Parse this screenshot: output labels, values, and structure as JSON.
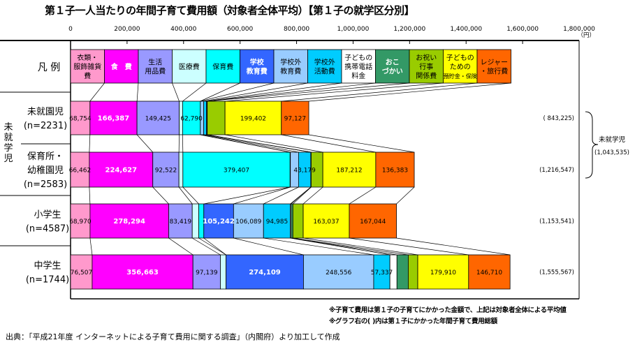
{
  "title": "第１子一人当たりの年間子育て費用額（対象者全体平均）【第１子の就学区分別】",
  "notes": [
    "※子育て費用は第１子の子育てにかかった金額で、上記は対象者全体による平均値",
    "※グラフ右の( )内は第１子にかかった年間子育て費用総額"
  ],
  "source": "出典：「平成21年度 インターネットによる子育て費用に関する調査」（内閣府）より加工して作成",
  "chart_data": {
    "type": "bar",
    "orientation": "horizontal",
    "stacked": true,
    "title": "第１子一人当たりの年間子育て費用額（対象者全体平均）【第１子の就学区分別】",
    "xlim": [
      0,
      1800000
    ],
    "x_ticks": [
      "0",
      "200,000",
      "400,000",
      "600,000",
      "800,000",
      "1,000,000",
      "1,200,000",
      "1,400,000",
      "1,600,000",
      "1,800,000"
    ],
    "x_unit": "（円）",
    "legend_label": "凡 例",
    "legend_placement": "top",
    "group_label": "未就学児",
    "group_total_label": "未就学児",
    "group_total": "(1,043,535)",
    "categories": [
      {
        "name": [
          "未就園児",
          "(n=2231)"
        ],
        "total": "( 843,225)"
      },
      {
        "name": [
          "保育所・",
          "幼稚園児",
          "(n=2583)"
        ],
        "total": "(1,216,547)"
      },
      {
        "name": [
          "小学生",
          "(n=4587)"
        ],
        "total": "(1,153,541)"
      },
      {
        "name": [
          "中学生",
          "(n=1744)"
        ],
        "total": "(1,555,567)"
      }
    ],
    "series": [
      {
        "name": [
          "衣類・",
          "服飾雑貨",
          "費"
        ],
        "color": "#ff99cc",
        "values": [
          68754,
          66462,
          68970,
          76507
        ],
        "labels": [
          "68,754",
          "66,462",
          "68,970",
          "76,507"
        ]
      },
      {
        "name": [
          "食　費"
        ],
        "color": "#ff00ff",
        "bold_white": true,
        "values": [
          166387,
          224627,
          278294,
          356663
        ],
        "labels": [
          "166,387",
          "224,627",
          "278,294",
          "356,663"
        ]
      },
      {
        "name": [
          "生活",
          "用品費"
        ],
        "color": "#9999ff",
        "values": [
          149425,
          92522,
          83419,
          97139
        ],
        "labels": [
          "149,425",
          "92,522",
          "83,419",
          "97,139"
        ]
      },
      {
        "name": [
          "医療費"
        ],
        "color": "#ccffff",
        "values": [
          12000,
          14000,
          23000,
          20000
        ],
        "labels": [
          "",
          "",
          "",
          ""
        ]
      },
      {
        "name": [
          "保育費"
        ],
        "color": "#00ffff",
        "values": [
          62790,
          379407,
          18000,
          0
        ],
        "labels": [
          "62,790",
          "379,407",
          "",
          ""
        ]
      },
      {
        "name": [
          "学校",
          "教育費"
        ],
        "color": "#3366ff",
        "bold_white": true,
        "values": [
          0,
          1000,
          105242,
          274109
        ],
        "labels": [
          "",
          "",
          "105,242",
          "274,109"
        ]
      },
      {
        "name": [
          "学校外",
          "教育費"
        ],
        "color": "#99ccff",
        "values": [
          12000,
          29000,
          106089,
          248556
        ],
        "labels": [
          "",
          "",
          "106,089",
          "248,556"
        ]
      },
      {
        "name": [
          "学校外",
          "活動費"
        ],
        "color": "#00ccff",
        "values": [
          10000,
          43179,
          94985,
          57337
        ],
        "labels": [
          "",
          "43,179",
          "94,985",
          "57,337"
        ]
      },
      {
        "name": [
          "子どもの",
          "携帯電話",
          "料金"
        ],
        "color": "#ffffff",
        "values": [
          1000,
          500,
          3000,
          25000
        ],
        "labels": [
          "",
          "",
          "",
          ""
        ]
      },
      {
        "name": [
          "おこ",
          "づかい"
        ],
        "color": "#339966",
        "bold_white": true,
        "values": [
          1500,
          1000,
          6000,
          40000
        ],
        "labels": [
          "",
          "",
          "",
          ""
        ]
      },
      {
        "name": [
          "お祝い",
          "行事",
          "関係費"
        ],
        "color": "#99cc00",
        "values": [
          62840,
          41255,
          36461,
          33636
        ],
        "labels": [
          "",
          "",
          "",
          ""
        ]
      },
      {
        "name": [
          "子どもの",
          "ための",
          "預貯金・保険"
        ],
        "color": "#ffff00",
        "values": [
          199402,
          187212,
          163037,
          179910
        ],
        "labels": [
          "199,402",
          "187,212",
          "163,037",
          "179,910"
        ]
      },
      {
        "name": [
          "レジャー",
          "・旅行費"
        ],
        "color": "#ff6600",
        "values": [
          97127,
          136383,
          167044,
          146710
        ],
        "labels": [
          "97,127",
          "136,383",
          "167,044",
          "146,710"
        ]
      }
    ]
  }
}
